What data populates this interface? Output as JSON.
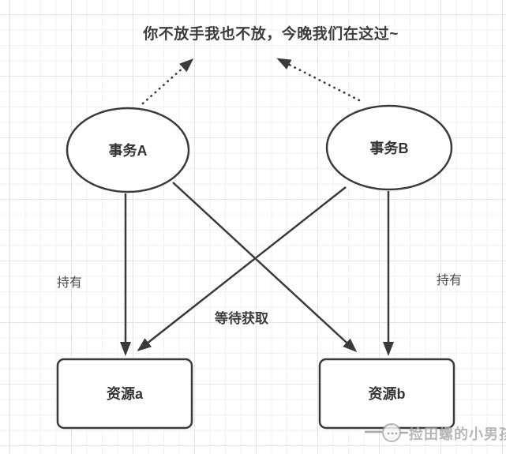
{
  "diagram": {
    "caption": "你不放手我也不放，今晚我们在这过~",
    "nodes": {
      "transaction_a": "事务A",
      "transaction_b": "事务B",
      "resource_a": "资源a",
      "resource_b": "资源b"
    },
    "edge_labels": {
      "hold_left": "持有",
      "hold_right": "持有",
      "wait": "等待获取"
    },
    "colors": {
      "shape_stroke": "#3a3a3a",
      "label_text": "#333333",
      "grid_minor": "#f1f1f1",
      "grid_major": "#e4e4e4",
      "watermark": "#ababab"
    },
    "icons": {
      "watermark_logo": "boy-face-logo"
    }
  },
  "watermark": {
    "text": "捡田螺的小男孩"
  }
}
